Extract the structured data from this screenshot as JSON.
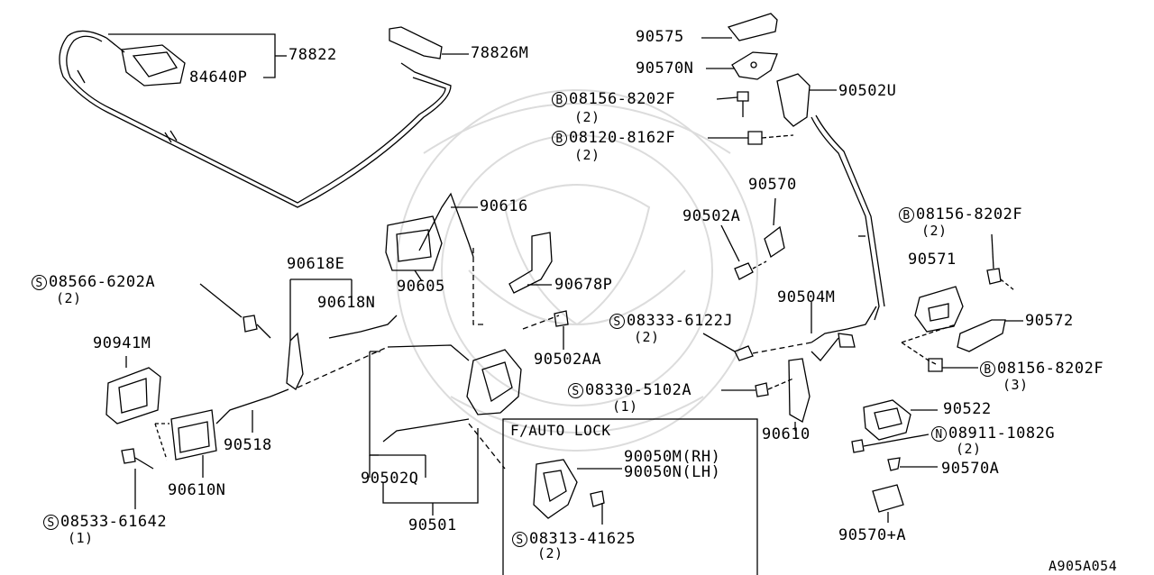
{
  "diagram_code": "A905A054",
  "box_title": "F/AUTO LOCK",
  "colors": {
    "line": "#000000",
    "watermark": "#d9d9d9",
    "background": "#ffffff"
  },
  "parts": {
    "p78822": "78822",
    "p84640P": "84640P",
    "p78826M": "78826M",
    "p90575": "90575",
    "p90570N": "90570N",
    "p08156_top": {
      "prefix": "B",
      "number": "08156-8202F",
      "qty": "(2)"
    },
    "p08120": {
      "prefix": "B",
      "number": "08120-8162F",
      "qty": "(2)"
    },
    "p90502U": "90502U",
    "p90616": "90616",
    "p90570": "90570",
    "p90502A": "90502A",
    "p08156_right": {
      "prefix": "B",
      "number": "08156-8202F",
      "qty": "(2)"
    },
    "p90618E": "90618E",
    "p08566": {
      "prefix": "S",
      "number": "08566-6202A",
      "qty": "(2)"
    },
    "p90605": "90605",
    "p90678P": "90678P",
    "p90618N": "90618N",
    "p90571": "90571",
    "p90504M": "90504M",
    "p08333": {
      "prefix": "S",
      "number": "08333-6122J",
      "qty": "(2)"
    },
    "p90572": "90572",
    "p90941M": "90941M",
    "p90502AA": "90502AA",
    "p08156_low": {
      "prefix": "B",
      "number": "08156-8202F",
      "qty": "(3)"
    },
    "p08330": {
      "prefix": "S",
      "number": "08330-5102A",
      "qty": "(1)"
    },
    "p90522": "90522",
    "p90518": "90518",
    "p90610": "90610",
    "p08911": {
      "prefix": "N",
      "number": "08911-1082G",
      "qty": "(2)"
    },
    "p90050M": "90050M(RH)",
    "p90050N": "90050N(LH)",
    "p90610N": "90610N",
    "p90502Q": "90502Q",
    "p90570A": "90570A",
    "p08533": {
      "prefix": "S",
      "number": "08533-61642",
      "qty": "(1)"
    },
    "p90501": "90501",
    "p08313": {
      "prefix": "S",
      "number": "08313-41625",
      "qty": "(2)"
    },
    "p90570plusA": "90570+A"
  }
}
